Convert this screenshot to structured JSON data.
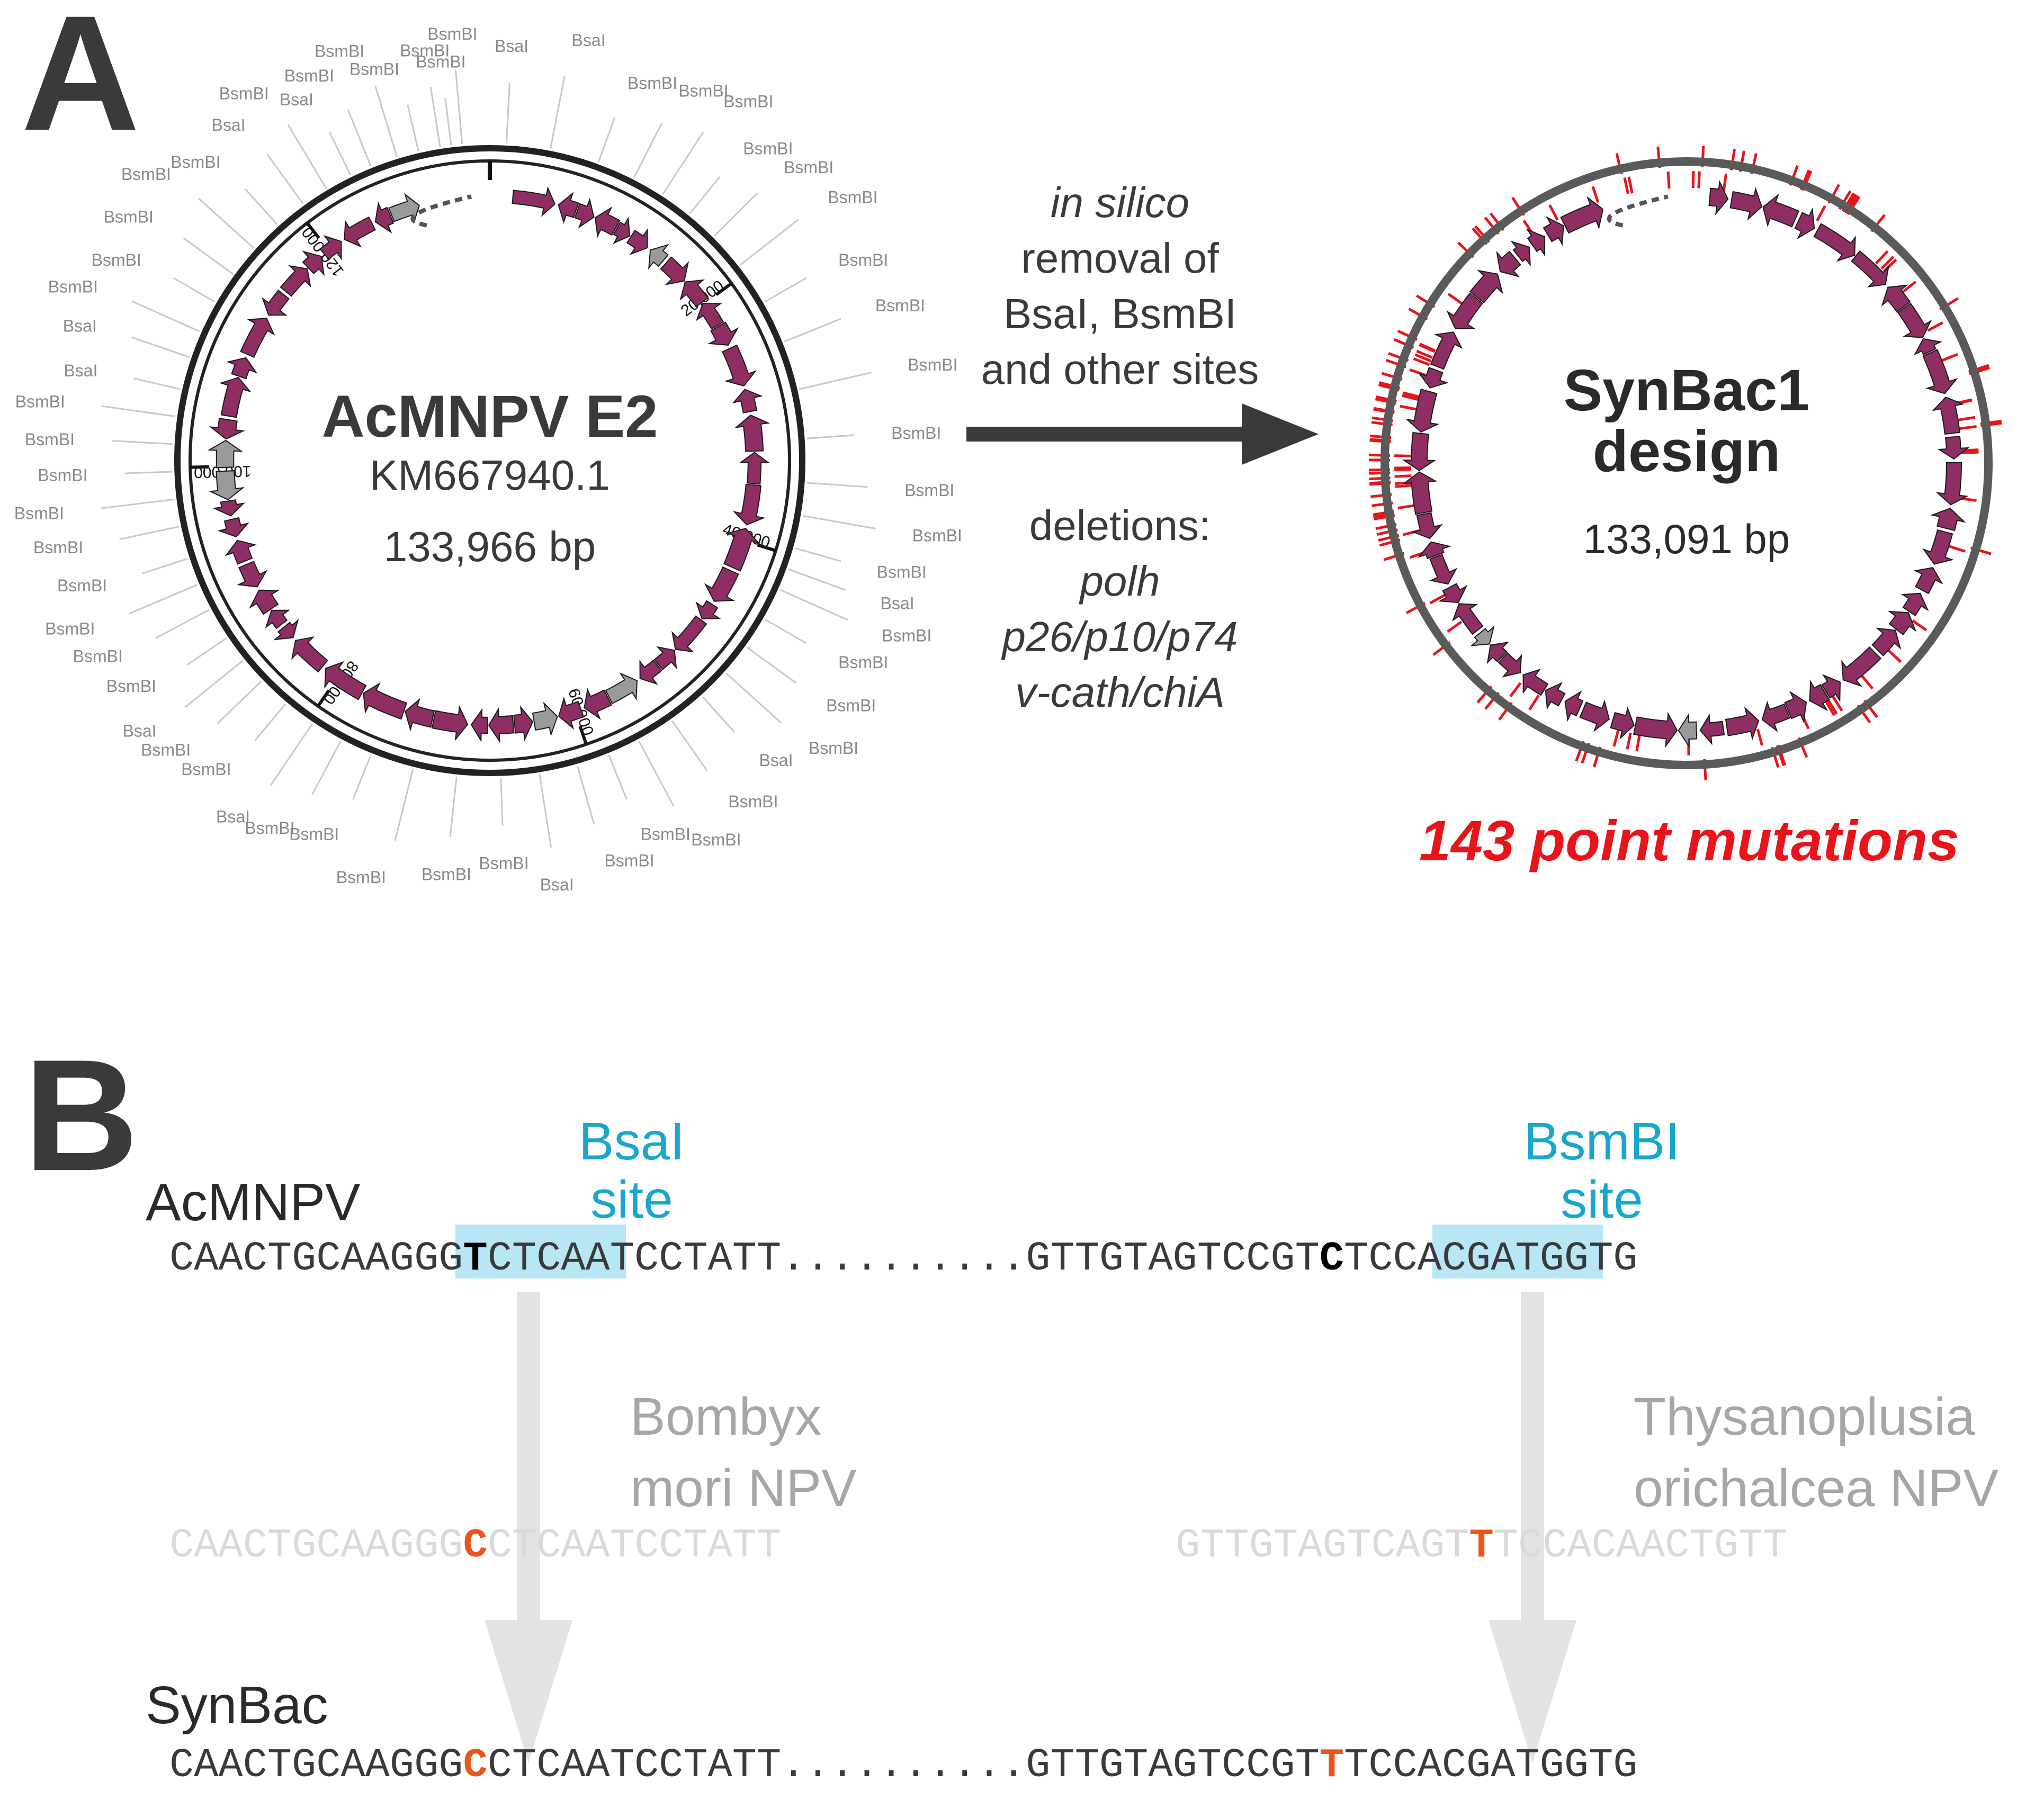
{
  "panel_a": {
    "label": "A",
    "genome_name": "AcMNPV E2",
    "accession": "KM667940.1",
    "length": "133,966 bp",
    "scale_ticks": [
      "20,000",
      "40,000",
      "60,000",
      "80,000",
      "100,000",
      "120,000"
    ],
    "site_labels": [
      "BsmBI",
      "BsaI",
      "BsaI",
      "BsmBI",
      "BsmBI",
      "BsmBI",
      "BsmBI",
      "BsmBI",
      "BsmBI",
      "BsmBI",
      "BsmBI",
      "BsmBI",
      "BsmBI",
      "BsmBI",
      "BsmBI",
      "BsmBI",
      "BsaI",
      "BsmBI",
      "BsmBI",
      "BsmBI",
      "BsmBI",
      "BsaI",
      "BsmBI",
      "BsmBI",
      "BsmBI",
      "BsmBI",
      "BsaI",
      "BsmBI",
      "BsmBI",
      "BsmBI",
      "BsmBI",
      "BsmBI",
      "BsaI",
      "BsmBI",
      "BsmBI",
      "BsaI",
      "BsmBI",
      "BsmBI",
      "BsmBI",
      "BsmBI",
      "BsmBI",
      "BsmBI",
      "BsmBI",
      "BsmBI",
      "BsmBI",
      "BsaI",
      "BsaI",
      "BsmBI",
      "BsmBI",
      "BsmBI",
      "BsmBI",
      "BsmBI",
      "BsaI",
      "BsmBI",
      "BsaI",
      "BsmBI",
      "BsmBI",
      "BsmBI",
      "BsmBI",
      "BsmBI"
    ],
    "arrow_text_top": [
      "in silico",
      "removal of",
      "BsaI, BsmBI",
      "and other sites"
    ],
    "arrow_text_bottom": [
      "deletions:",
      "polh",
      "p26/p10/p74",
      "v-cath/chiA"
    ],
    "design_name_line1": "SynBac1",
    "design_name_line2": "design",
    "design_length": "133,091 bp",
    "mutations": "143 point mutations"
  },
  "panel_b": {
    "label": "B",
    "bsai_label": [
      "BsaI",
      "site"
    ],
    "bsmbi_label": [
      "BsmBI",
      "site"
    ],
    "acmnpv_label": "AcMNPV",
    "synbac_label": "SynBac",
    "acmnpv_seq": {
      "left_pre": "CAACTGCAAG",
      "left_hl_pre": "GG",
      "left_bold": "T",
      "left_hl_post": "CTC",
      "left_post": "AATCCTATT",
      "dots": "..........",
      "right_pre": "GTTGTAGTC",
      "right_hl_pre": "CGT",
      "right_bold": "C",
      "right_hl_post": "TC",
      "right_post": "CACGATGGTG"
    },
    "bombyx_label": [
      "Bombyx",
      "mori NPV"
    ],
    "bombyx_seq": {
      "pre": "CAACTGCAAGGG",
      "mut": "C",
      "post": "CTCAATCCTATT"
    },
    "thysano_label": [
      "Thysanoplusia",
      "orichalcea NPV"
    ],
    "thysano_seq": {
      "pre": "GTTGTAGTCAGT",
      "mut": "T",
      "post": "TCCACAACTGTT"
    },
    "synbac_seq": {
      "left_pre": "CAACTGCAAGGG",
      "left_mut": "C",
      "left_post": "CTCAATCCTATT",
      "dots": "..........",
      "right_pre": "GTTGTAGTCCGT",
      "right_mut": "T",
      "right_post": "TCCACGATGGTG"
    }
  },
  "colors": {
    "dark_text": "#3a3a3a",
    "gene": "#8e2e63",
    "mutation_red": "#e8141b",
    "site_blue": "#1aa6cc",
    "highlight": "#b8e6f5",
    "orange": "#e8561e",
    "grey_text": "#a6a6a6",
    "faint_seq": "#d9d9d9",
    "arrow_grey": "#e3e3e3",
    "leader": "#c8c8c8"
  }
}
